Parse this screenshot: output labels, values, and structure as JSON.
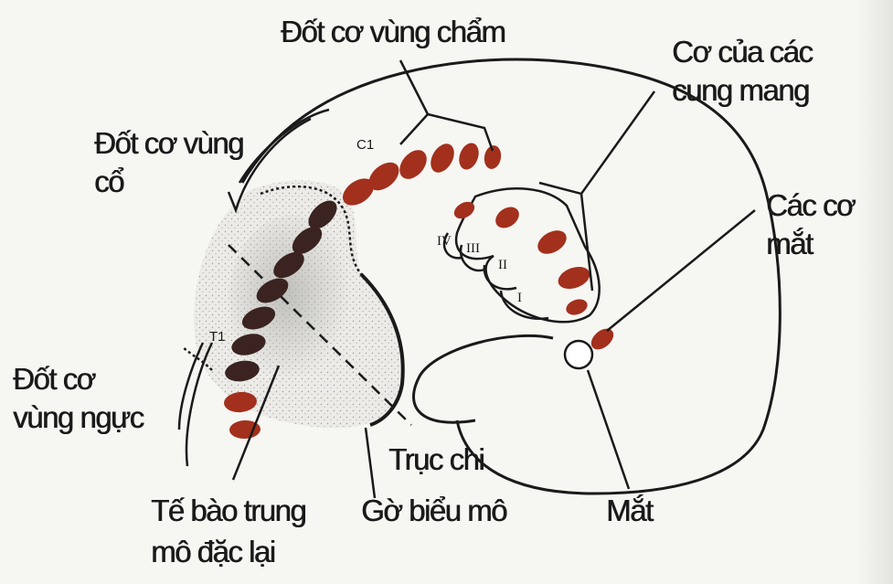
{
  "labels": {
    "occipital": "Đốt cơ vùng chẩm",
    "arch_muscles_1": "Cơ của các",
    "arch_muscles_2": "cung mang",
    "cervical_1": "Đốt cơ vùng",
    "cervical_2": "cổ",
    "eye_muscles_1": "Các cơ",
    "eye_muscles_2": "mắt",
    "thoracic_1": "Đốt cơ",
    "thoracic_2": "vùng ngực",
    "axis": "Trục chi",
    "neural_crest_1": "Tế bào trung",
    "neural_crest_2": "mô đặc lại",
    "epithelial_ridge": "Gờ biểu mô",
    "eye": "Mắt"
  },
  "markers": {
    "c1": "C1",
    "t1": "T1",
    "arch_iv": "IV",
    "arch_iii": "III",
    "arch_ii": "II",
    "arch_i": "I"
  },
  "colors": {
    "somite_red": "#a2301c",
    "somite_dark": "#3a2320",
    "ink": "#1a1a1a",
    "background": "#f6f6f3",
    "limb_stipple": "#c8c8c4"
  }
}
